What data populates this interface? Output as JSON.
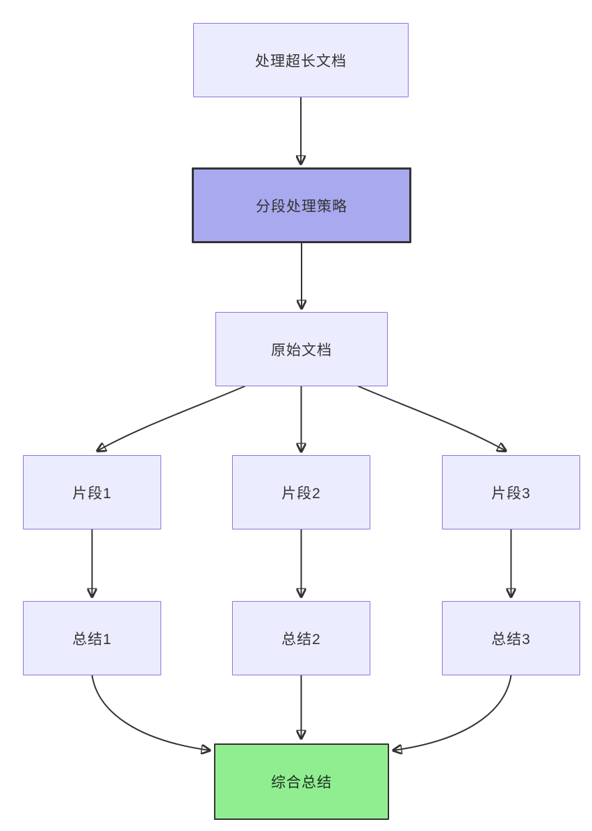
{
  "diagram": {
    "type": "flowchart",
    "direction": "top-down",
    "nodes": {
      "process_doc": {
        "label": "处理超长文档",
        "style": "default"
      },
      "strategy": {
        "label": "分段处理策略",
        "style": "highlight-purple"
      },
      "original_doc": {
        "label": "原始文档",
        "style": "default"
      },
      "fragment1": {
        "label": "片段1",
        "style": "default"
      },
      "fragment2": {
        "label": "片段2",
        "style": "default"
      },
      "fragment3": {
        "label": "片段3",
        "style": "default"
      },
      "summary1": {
        "label": "总结1",
        "style": "default"
      },
      "summary2": {
        "label": "总结2",
        "style": "default"
      },
      "summary3": {
        "label": "总结3",
        "style": "default"
      },
      "final_summary": {
        "label": "综合总结",
        "style": "highlight-green"
      }
    },
    "edges": [
      {
        "from": "process_doc",
        "to": "strategy"
      },
      {
        "from": "strategy",
        "to": "original_doc"
      },
      {
        "from": "original_doc",
        "to": "fragment1"
      },
      {
        "from": "original_doc",
        "to": "fragment2"
      },
      {
        "from": "original_doc",
        "to": "fragment3"
      },
      {
        "from": "fragment1",
        "to": "summary1"
      },
      {
        "from": "fragment2",
        "to": "summary2"
      },
      {
        "from": "fragment3",
        "to": "summary3"
      },
      {
        "from": "summary1",
        "to": "final_summary"
      },
      {
        "from": "summary2",
        "to": "final_summary"
      },
      {
        "from": "summary3",
        "to": "final_summary"
      }
    ],
    "colors": {
      "node_fill": "#ECECFF",
      "node_border": "#9370DB",
      "strategy_fill": "#A9A9F0",
      "strategy_border": "#333333",
      "final_fill": "#90EE90",
      "final_border": "#333333",
      "edge": "#333333",
      "text": "#333333",
      "background": "#FFFFFF"
    }
  }
}
